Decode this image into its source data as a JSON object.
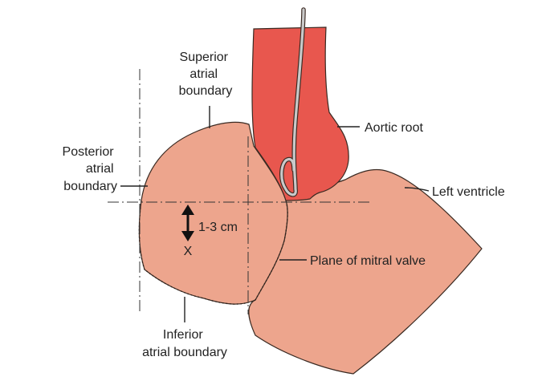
{
  "labels": {
    "superior": [
      "Superior",
      "atrial",
      "boundary"
    ],
    "posterior": [
      "Posterior",
      "atrial",
      "boundary"
    ],
    "aortic_root": "Aortic root",
    "left_ventricle": "Left ventricle",
    "measure": "1-3 cm",
    "marker": "X",
    "mitral_plane": "Plane of mitral valve",
    "inferior": [
      "Inferior",
      "atrial boundary"
    ]
  },
  "colors": {
    "chamber_fill": "#eda58d",
    "chamber_stroke": "#3a2a22",
    "aorta_fill": "#e8574e",
    "catheter": "#c9c9c9",
    "line": "#333333"
  }
}
